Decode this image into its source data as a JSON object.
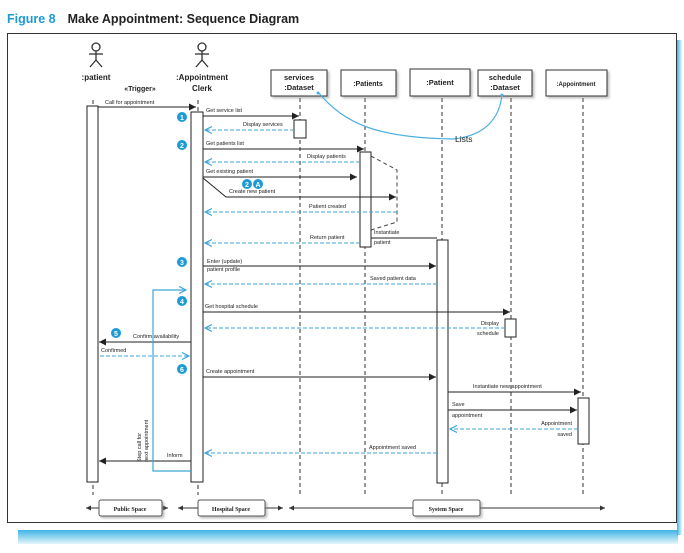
{
  "figure": {
    "number": "Figure 8",
    "title": "Make Appointment: Sequence Diagram"
  },
  "colors": {
    "accent": "#1e9ad6",
    "return_message": "#3aa6d8",
    "line": "#222222"
  },
  "participants": [
    {
      "id": "patient",
      "label": ":patient",
      "kind": "actor",
      "stereotype": "«Trigger»"
    },
    {
      "id": "clerk",
      "label_line1": ":Appointment",
      "label_line2": "Clerk",
      "kind": "actor"
    },
    {
      "id": "services",
      "label_line1": "services",
      "label_line2": ":Dataset",
      "kind": "object"
    },
    {
      "id": "patients",
      "label": ":Patients",
      "kind": "object"
    },
    {
      "id": "patient_obj",
      "label": ":Patient",
      "kind": "object"
    },
    {
      "id": "schedule",
      "label_line1": "schedule",
      "label_line2": ":Dataset",
      "kind": "object"
    },
    {
      "id": "appointment",
      "label": ":Appointment",
      "kind": "object"
    }
  ],
  "note": {
    "label": "Lists"
  },
  "steps": {
    "s1": "1",
    "s2": "2",
    "s2a_num": "2",
    "s2a_letter": "A",
    "s3": "3",
    "s4": "4",
    "s5": "5",
    "s6": "6"
  },
  "messages": {
    "call_for_appointment": "Call for appointment",
    "get_service_list": "Get service list",
    "display_services": "Display services",
    "get_patients_list": "Get patients list",
    "display_patients": "Display patients",
    "get_existing_patient": "Get existing patient",
    "create_new_patient": "Create new patient",
    "patient_created": "Patient created",
    "instantiate_patient_1": "Instantiate",
    "instantiate_patient_2": "patient",
    "return_patient": "Return patient",
    "enter_profile_1": "Enter (update)",
    "enter_profile_2": "patient profile",
    "saved_patient_data": "Saved patient data",
    "get_hospital_schedule": "Get hospital schedule",
    "display_schedule_1": "Display",
    "display_schedule_2": "schedule",
    "confirm_availability": "Confirm availability",
    "confirmed": "Confirmed",
    "create_appointment": "Create appointment",
    "instantiate_new_appointment": "Instantiate new appointment",
    "save_appointment_1": "Save",
    "save_appointment_2": "appointment",
    "appointment_saved_1": "Appointment",
    "appointment_saved_2": "saved",
    "appointment_saved": "Appointment saved",
    "inform": "Inform",
    "loop_label_1": "Step call for",
    "loop_label_2": "next appointment"
  },
  "spaces": {
    "public": "Public Space",
    "hospital": "Hospital Space",
    "system": "System Space"
  }
}
